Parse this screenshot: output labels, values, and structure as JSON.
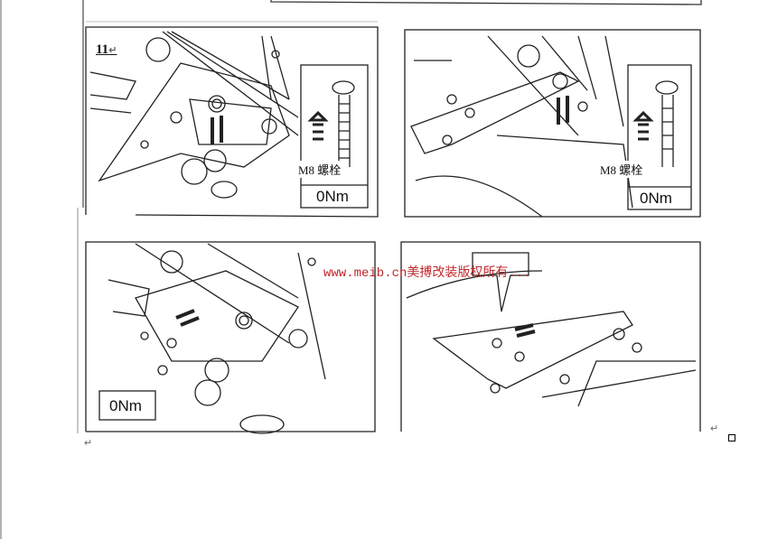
{
  "step_number": "11",
  "panels": [
    {
      "bolt_label": "M8 螺栓",
      "torque": "0Nm"
    },
    {
      "bolt_label": "M8 螺栓",
      "torque": "0Nm"
    },
    {
      "torque": "0Nm"
    },
    {}
  ],
  "watermark": "www.meib.cn美搏改装版权所有...",
  "paragraph_mark": "↵"
}
